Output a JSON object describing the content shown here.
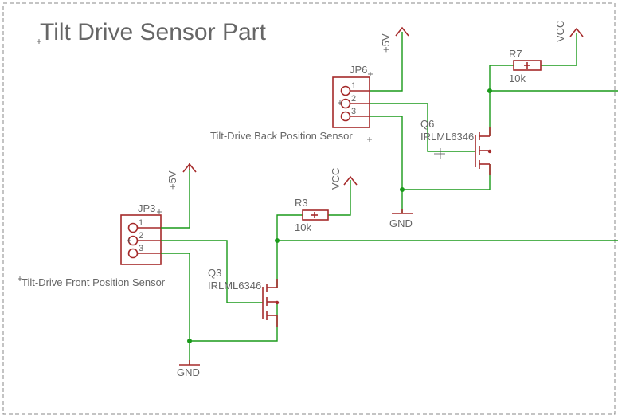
{
  "title": "Tilt Drive Sensor Part",
  "colors": {
    "wire": "#1a9a1a",
    "part": "#a52a2a",
    "text": "#666666",
    "frame": "#888888"
  },
  "front": {
    "connector_name": "JP3",
    "pins": [
      "1",
      "2",
      "3"
    ],
    "description": "Tilt-Drive Front Position Sensor",
    "supply_5v": "+5V",
    "vcc": "VCC",
    "gnd": "GND",
    "resistor_name": "R3",
    "resistor_value": "10k",
    "transistor_name": "Q3",
    "transistor_part": "IRLML6346"
  },
  "back": {
    "connector_name": "JP6",
    "pins": [
      "1",
      "2",
      "3"
    ],
    "description": "Tilt-Drive Back Position Sensor",
    "supply_5v": "+5V",
    "vcc": "VCC",
    "gnd": "GND",
    "resistor_name": "R7",
    "resistor_value": "10k",
    "transistor_name": "Q6",
    "transistor_part": "IRLML6346"
  }
}
